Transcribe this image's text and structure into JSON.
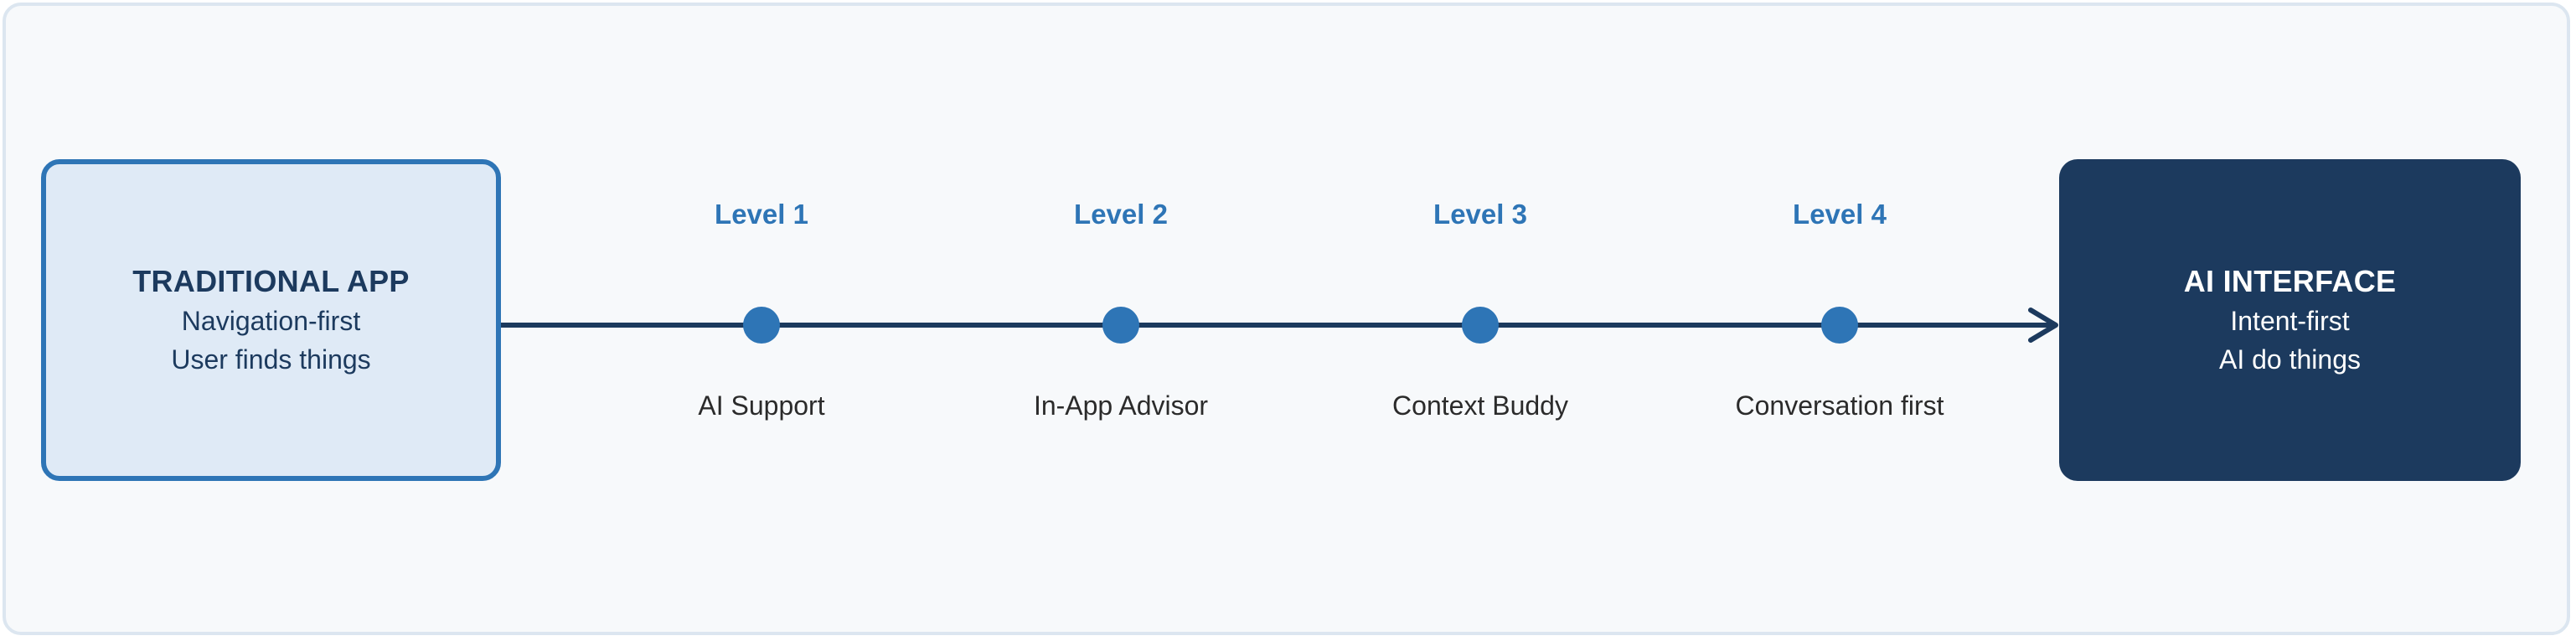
{
  "start": {
    "title": "TRADITIONAL APP",
    "line1": "Navigation-first",
    "line2": "User finds things"
  },
  "end": {
    "title": "AI INTERFACE",
    "line1": "Intent-first",
    "line2": "AI do things"
  },
  "levels": [
    {
      "label": "Level 1",
      "description": "AI Support"
    },
    {
      "label": "Level 2",
      "description": "In-App Advisor"
    },
    {
      "label": "Level 3",
      "description": "Context Buddy"
    },
    {
      "label": "Level 4",
      "description": "Conversation first"
    }
  ],
  "colors": {
    "line": "#1c3a5e",
    "node": "#2e75b6",
    "start_fill": "#dfeaf6",
    "end_fill": "#1c3a5e"
  }
}
